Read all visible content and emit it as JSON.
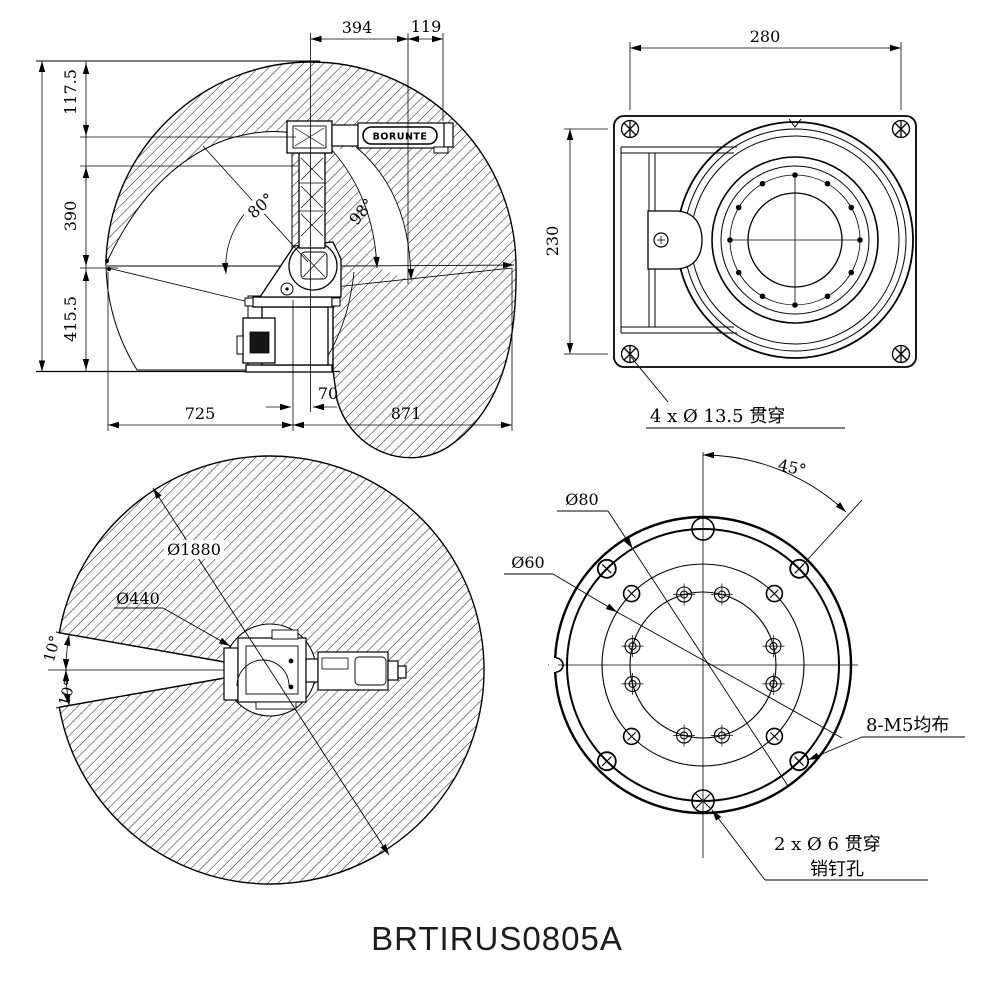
{
  "title": "BRTIRUS0805A",
  "views": {
    "side": {
      "name": "side elevation with work envelope",
      "dims": {
        "reach_upper": "394",
        "wrist_ext": "119",
        "h1": "117.5",
        "h2": "390",
        "h3": "415.5",
        "base_offset": "70",
        "reach_rear": "725",
        "reach_front": "871"
      },
      "angles": {
        "rear": "80°",
        "front": "98°"
      },
      "arm_logo": "BORUNTE"
    },
    "base": {
      "name": "base mounting top view",
      "dims": {
        "width": "280",
        "depth": "230"
      },
      "note": "4 x Ø 13.5 贯穿"
    },
    "workspace": {
      "name": "work envelope top view",
      "dims": {
        "outer_dia": "Ø1880",
        "inner_dia": "Ø440"
      },
      "angles": {
        "upper": "10°",
        "lower": "10°"
      }
    },
    "flange": {
      "name": "wrist flange hole pattern",
      "dims": {
        "bolt_circle": "Ø80",
        "pilot_circle": "Ø60",
        "hole_angle": "45°"
      },
      "notes": {
        "m5": "8-M5均布",
        "pin1": "2 x Ø 6 贯穿",
        "pin2": "销钉孔"
      }
    }
  }
}
